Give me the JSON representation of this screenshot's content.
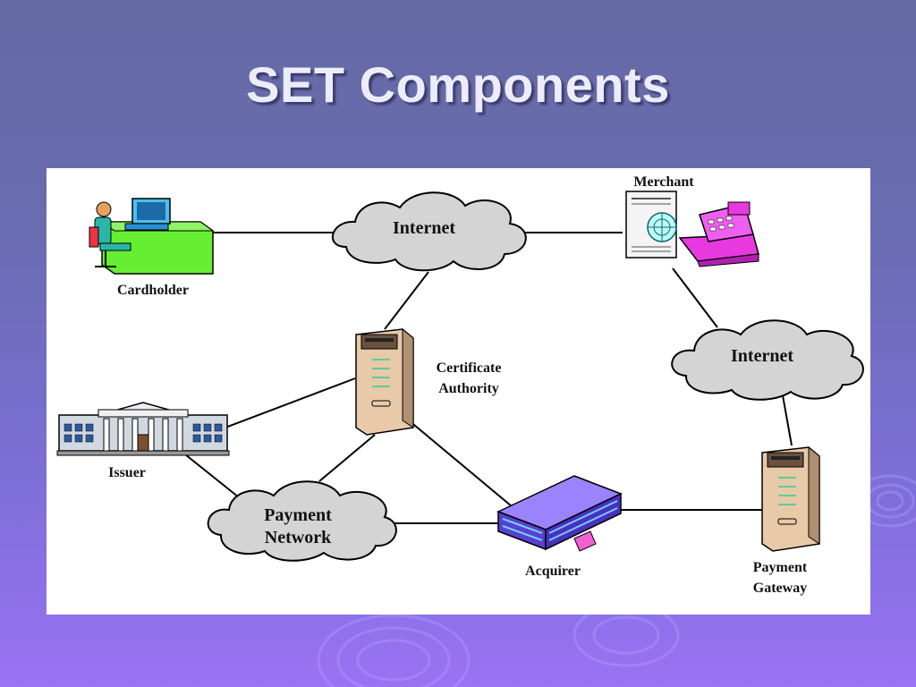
{
  "slide": {
    "title": "SET Components"
  },
  "nodes": {
    "cardholder": {
      "label": "Cardholder",
      "icon": "desktop-user-icon"
    },
    "merchant": {
      "label": "Merchant",
      "icon": "cash-register-icon"
    },
    "certificate_authority": {
      "label_line1": "Certificate",
      "label_line2": "Authority",
      "icon": "server-tower-icon"
    },
    "issuer": {
      "label": "Issuer",
      "icon": "bank-building-icon"
    },
    "acquirer": {
      "label": "Acquirer",
      "icon": "office-building-icon"
    },
    "payment_gateway": {
      "label_line1": "Payment",
      "label_line2": "Gateway",
      "icon": "server-tower-icon"
    }
  },
  "clouds": {
    "internet_top": {
      "label": "Internet"
    },
    "internet_right": {
      "label": "Internet"
    },
    "payment_network": {
      "label_line1": "Payment",
      "label_line2": "Network"
    }
  },
  "colors": {
    "background_top": "#646aa3",
    "background_bottom": "#9a72f4",
    "title": "#ececfb",
    "cloud_fill": "#d4d4d4",
    "server_fill": "#e8c9a8",
    "register_fill": "#e838e0",
    "acquirer_fill": "#7b5cf0",
    "desk_fill": "#66ee33"
  }
}
